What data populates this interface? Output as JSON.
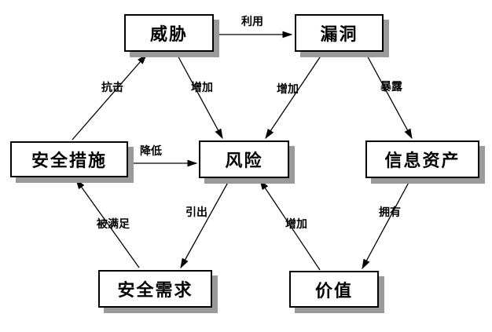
{
  "diagram": {
    "background_color": "#ffffff",
    "node_fill_color": "#ffffff",
    "node_border_color": "#000000",
    "node_shadow_color": "#9a9a9a",
    "line_color": "#000000"
  },
  "nodes": {
    "threat": {
      "label": "威胁"
    },
    "vulnerability": {
      "label": "漏洞"
    },
    "security_measures": {
      "label": "安全措施"
    },
    "risk": {
      "label": "风险"
    },
    "information_assets": {
      "label": "信息资产"
    },
    "security_requirements": {
      "label": "安全需求"
    },
    "value": {
      "label": "价值"
    }
  },
  "edges": {
    "exploit": {
      "label": "利用",
      "from": "威胁",
      "to": "漏洞"
    },
    "counter": {
      "label": "抗击",
      "from": "安全措施",
      "to": "威胁"
    },
    "increase_threat_risk": {
      "label": "增加",
      "from": "威胁",
      "to": "风险"
    },
    "increase_vuln_risk": {
      "label": "增加",
      "from": "漏洞",
      "to": "风险"
    },
    "expose": {
      "label": "暴露",
      "from": "漏洞",
      "to": "信息资产"
    },
    "reduce": {
      "label": "降低",
      "from": "安全措施",
      "to": "风险"
    },
    "lead_to": {
      "label": "引出",
      "from": "风险",
      "to": "安全需求"
    },
    "be_satisfied": {
      "label": "被满足",
      "from": "安全需求",
      "to": "安全措施"
    },
    "increase_value_risk": {
      "label": "增加",
      "from": "价值",
      "to": "风险"
    },
    "own": {
      "label": "拥有",
      "from": "信息资产",
      "to": "价值"
    }
  }
}
